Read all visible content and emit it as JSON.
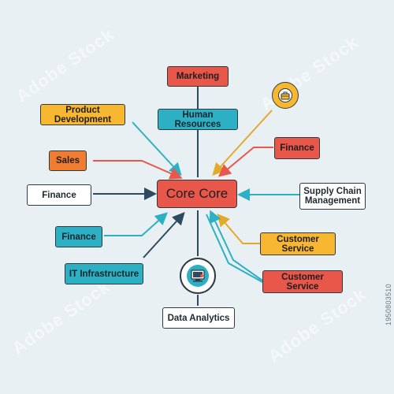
{
  "diagram": {
    "center": "Core Core",
    "nodes": [
      {
        "id": "marketing",
        "label": "Marketing"
      },
      {
        "id": "human-resources",
        "label": "Human Resources"
      },
      {
        "id": "product-development",
        "label": "Product Development"
      },
      {
        "id": "sales",
        "label": "Sales"
      },
      {
        "id": "finance-left",
        "label": "Finance"
      },
      {
        "id": "finance-teal",
        "label": "Finance"
      },
      {
        "id": "it-infrastructure",
        "label": "IT Infrastructure"
      },
      {
        "id": "data-analytics",
        "label": "Data Analytics"
      },
      {
        "id": "finance-right",
        "label": "Finance"
      },
      {
        "id": "supply-chain",
        "label": "Supply Chain Management"
      },
      {
        "id": "customer-service-yellow",
        "label": "Customer Service"
      },
      {
        "id": "customer-service-red",
        "label": "Customer Service"
      }
    ],
    "icons": [
      "briefcase-icon",
      "computer-icon"
    ]
  },
  "watermark": {
    "stock_id": "1950803510",
    "brand": "Adobe Stock"
  },
  "colors": {
    "background": "#e9f0f4",
    "red": "#e8574a",
    "orange": "#f07c2f",
    "yellow": "#f7b731",
    "teal": "#2db0c4",
    "navy": "#2e4a5e"
  }
}
